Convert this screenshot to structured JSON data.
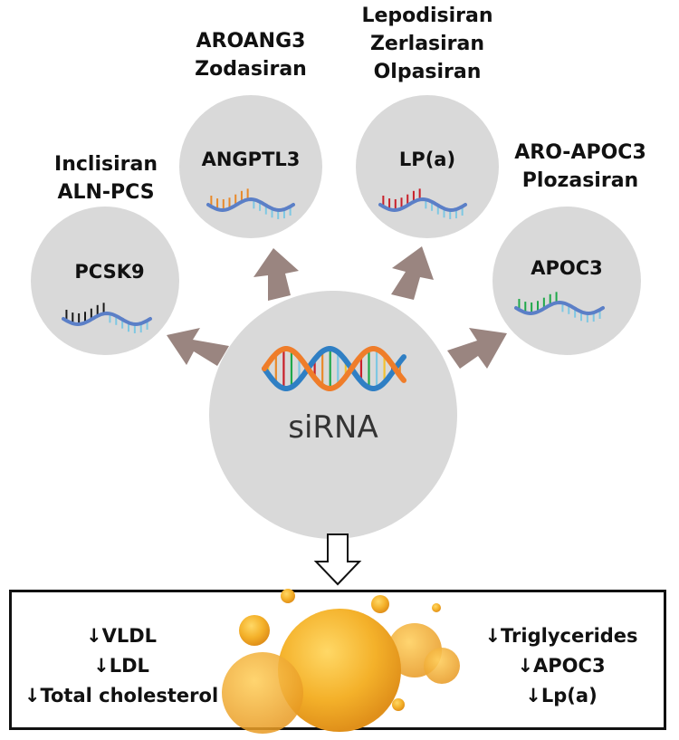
{
  "center": {
    "label": "siRNA"
  },
  "targets": [
    {
      "id": "pcsk9",
      "label": "PCSK9",
      "drugs": [
        "Inclisiran",
        "ALN-PCS"
      ],
      "color": "#1a1a1a"
    },
    {
      "id": "angptl3",
      "label": "ANGPTL3",
      "drugs": [
        "AROANG3",
        "Zodasiran"
      ],
      "color": "#e8892a"
    },
    {
      "id": "lpa",
      "label": "LP(a)",
      "drugs": [
        "Lepodisiran",
        "Zerlasiran",
        "Olpasiran"
      ],
      "color": "#c8202a"
    },
    {
      "id": "apoc3",
      "label": "APOC3",
      "drugs": [
        "ARO-APOC3",
        "Plozasiran"
      ],
      "color": "#1fa84a"
    }
  ],
  "effects": {
    "left": [
      "↓VLDL",
      "↓LDL",
      "↓Total cholesterol"
    ],
    "right": [
      "↓Triglycerides",
      "↓APOC3",
      "↓Lp(a)"
    ]
  },
  "colors": {
    "circle": "#d9d9d9",
    "arrow": "#9a8580",
    "helix_blue": "#5b7fc7",
    "lipid": "#f2b22a"
  }
}
